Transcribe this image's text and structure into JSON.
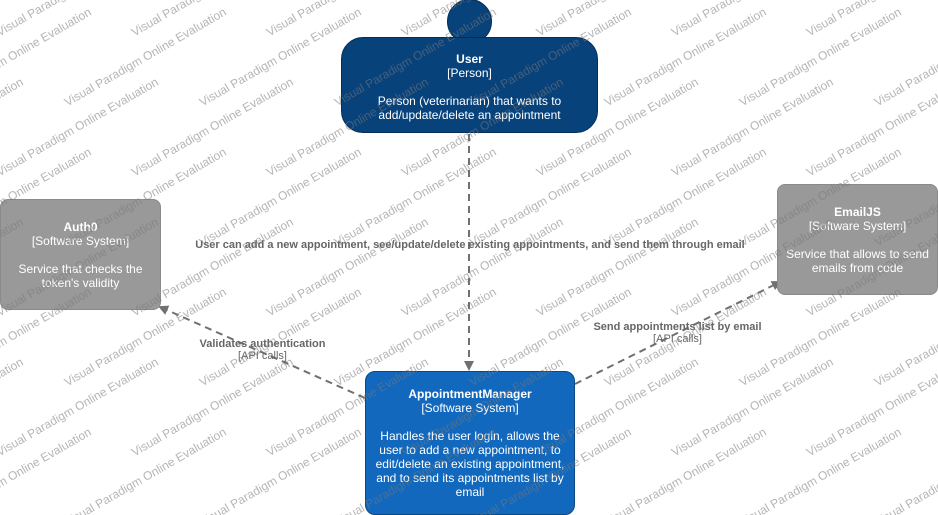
{
  "nodes": {
    "user": {
      "title": "User",
      "type": "[Person]",
      "desc": "Person (veterinarian) that wants to add/update/delete an appointment",
      "color": "#08427b"
    },
    "auth0": {
      "title": "Auth0",
      "type": "[Software System]",
      "desc": "Service that checks the token's validity",
      "color": "#999999"
    },
    "emailjs": {
      "title": "EmailJS",
      "type": "[Software System]",
      "desc": "Service that allows to send emails from code",
      "color": "#999999"
    },
    "appointment_manager": {
      "title": "AppointmentManager",
      "type": "[Software System]",
      "desc": "Handles the user login, allows the user to add a new appointment, to edit/delete an existing appointment, and to send its appointments list by email",
      "color": "#1168bd"
    }
  },
  "edges": {
    "user_to_app": {
      "label": "User can add a new appointment, see/update/delete existing appointments, and send them through email"
    },
    "app_to_auth0": {
      "label": "Validates authentication",
      "tech": "[API calls]"
    },
    "app_to_emailjs": {
      "label": "Send appointments list by email",
      "tech": "[API calls]"
    }
  },
  "watermark": "Visual Paradigm Online Evaluation",
  "edge_color": "#707070"
}
